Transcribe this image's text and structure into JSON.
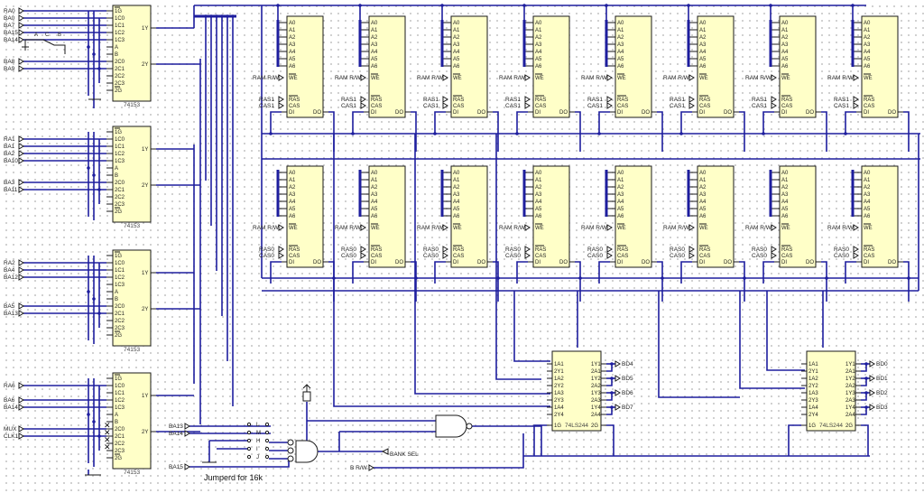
{
  "mux_chip": {
    "part": "74153",
    "pins_left": [
      "1G",
      "1C0",
      "1C1",
      "1C2",
      "1C3",
      "A",
      "B",
      "2C0",
      "2C1",
      "2C2",
      "2C3",
      "2G"
    ],
    "pins_right": [
      "1Y",
      "2Y"
    ]
  },
  "mux_inputs": [
    [
      "RA0",
      "BA0",
      "BA7",
      "BA15",
      "BA14",
      "BA8",
      "BA9"
    ],
    [
      "RA1",
      "BA1",
      "BA2",
      "BA10",
      "BA3",
      "BA11"
    ],
    [
      "RA2",
      "BA4",
      "BA12",
      "BA5",
      "BA13"
    ],
    [
      "RA6",
      "BA6",
      "BA14",
      "MUX",
      "CLK1"
    ]
  ],
  "mux_switch_labels": {
    "a": "A",
    "b": "B",
    "c": "C"
  },
  "ram_chip": {
    "pins_left": [
      "A0",
      "A1",
      "A2",
      "A3",
      "A4",
      "A5",
      "A6",
      "WE",
      "RAS",
      "CAS",
      "DI"
    ],
    "pins_right": [
      "DO"
    ]
  },
  "ram_labels": {
    "we": "RAM R/W",
    "top": {
      "ras": "RAS1",
      "cas": "CAS1"
    },
    "bottom": {
      "ras": "RAS0",
      "cas": "CAS0"
    }
  },
  "buffer_chip": {
    "part": "74LS244",
    "pins_left": [
      "1A1",
      "2Y1",
      "1A2",
      "2Y2",
      "1A3",
      "2Y3",
      "1A4",
      "2Y4",
      "1G"
    ],
    "pins_right": [
      "1Y1",
      "2A1",
      "1Y2",
      "2A2",
      "1Y3",
      "2A3",
      "1Y4",
      "2A4",
      "2G"
    ]
  },
  "buffer_outputs": {
    "left": [
      "BD4",
      "BD5",
      "BD6",
      "BD7"
    ],
    "right": [
      "BD0",
      "BD1",
      "BD2",
      "BD3"
    ]
  },
  "jumper": {
    "inputs": [
      "BA13",
      "BA14",
      "BA15"
    ],
    "positions": [
      "L",
      "M",
      "H",
      "I",
      "J"
    ],
    "note": "Jumperd for 16k"
  },
  "control_labels": {
    "bank_sel": "BANK SEL",
    "b_rw": "B R/W"
  },
  "nc_mark": "✕"
}
